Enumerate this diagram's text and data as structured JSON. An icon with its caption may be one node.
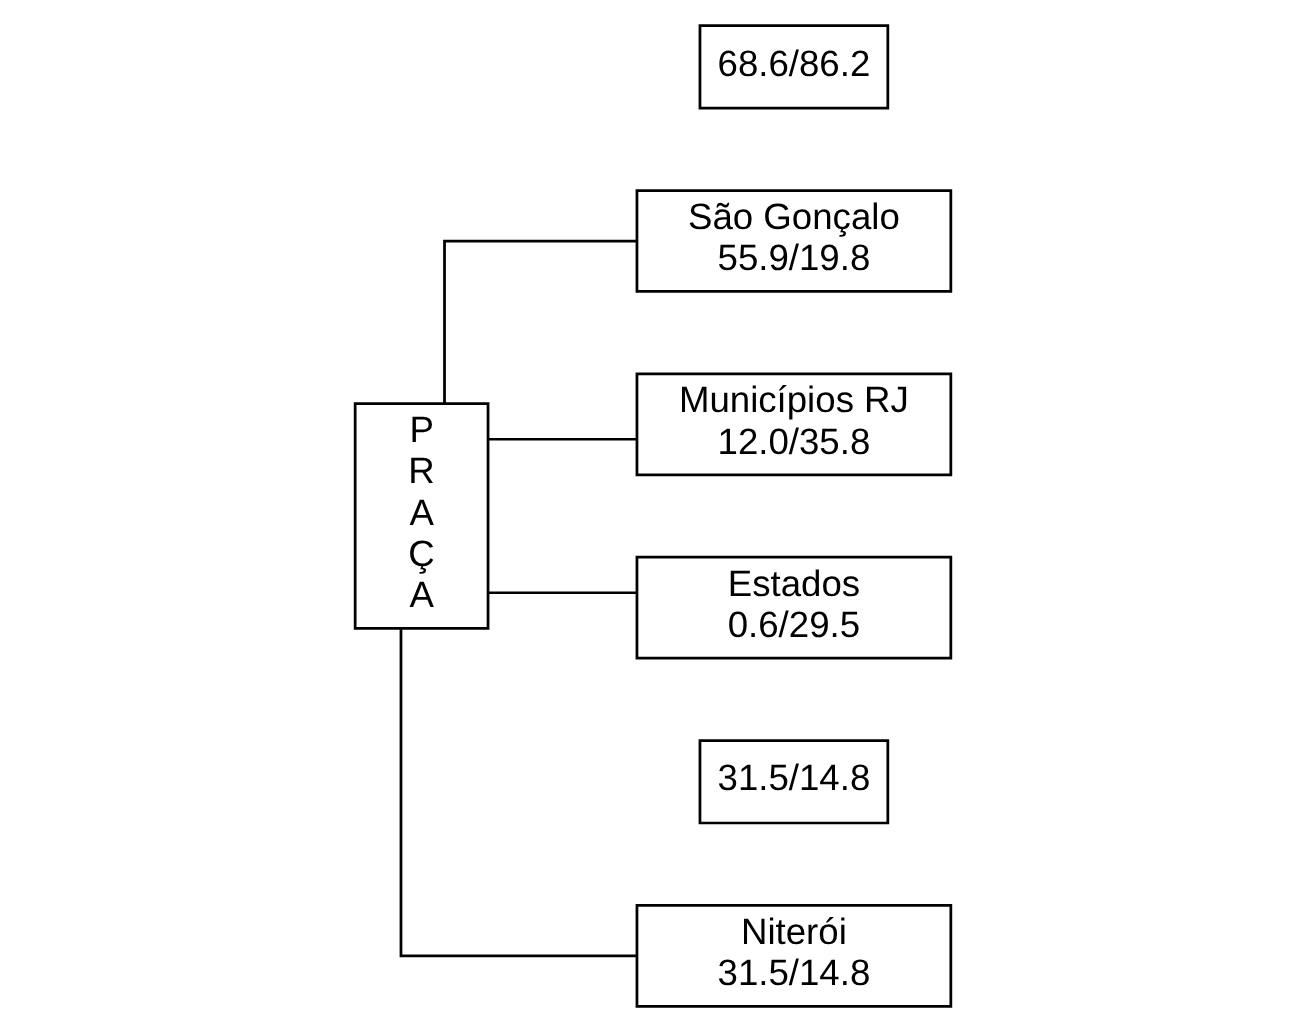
{
  "diagram": {
    "nodes": [
      {
        "text": [
          "P R A Ç A"
        ]
      },
      {
        "text": [
          "68.6/86.2"
        ]
      },
      {
        "text": [
          "São Gonçalo",
          "55.9/19.8"
        ]
      },
      {
        "text": [
          "Municípios RJ",
          "12.0/35.8"
        ]
      },
      {
        "text": [
          "Estados",
          "0.6/29.5"
        ]
      },
      {
        "text": [
          "31.5/14.8"
        ]
      },
      {
        "text": [
          "Niterói",
          "31.5/14.8"
        ]
      }
    ],
    "edges": [
      {
        "from": 0,
        "to": 2,
        "arrow": "none"
      },
      {
        "from": 0,
        "to": 3,
        "arrow": "none"
      },
      {
        "from": 0,
        "to": 4,
        "arrow": "none"
      },
      {
        "from": 0,
        "to": 6,
        "arrow": "none"
      }
    ]
  }
}
